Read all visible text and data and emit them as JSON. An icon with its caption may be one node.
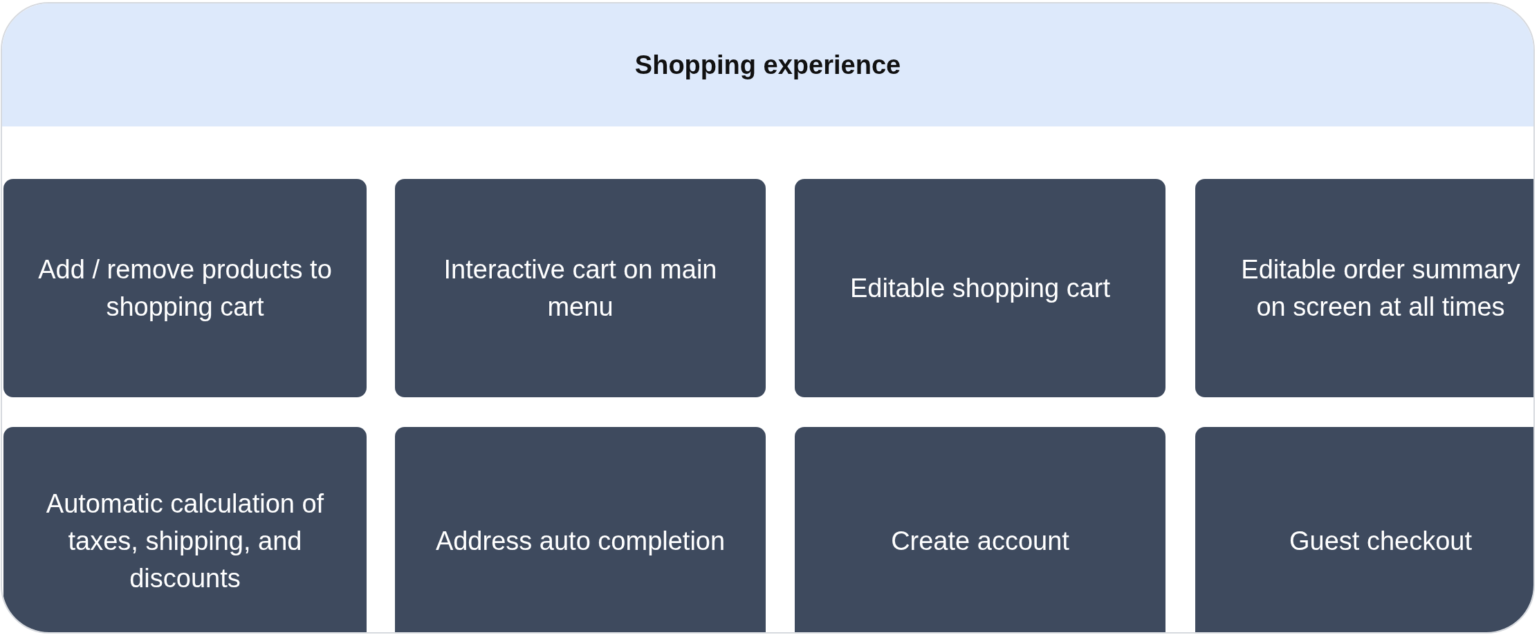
{
  "diagram": {
    "nodes": [
      {
        "text": [
          "Shopping experience"
        ]
      },
      {
        "text": [
          "Add / remove products to shopping cart"
        ],
        "in": 0
      },
      {
        "text": [
          "Interactive cart on main menu"
        ],
        "in": 0
      },
      {
        "text": [
          "Editable shopping cart"
        ],
        "in": 0
      },
      {
        "text": [
          "Editable order summary on screen at all times"
        ],
        "in": 0
      },
      {
        "text": [
          "Automatic calculation of taxes, shipping, and discounts"
        ],
        "in": 0
      },
      {
        "text": [
          "Address auto completion"
        ],
        "in": 0
      },
      {
        "text": [
          "Create account"
        ],
        "in": 0
      },
      {
        "text": [
          "Guest checkout"
        ],
        "in": 0
      }
    ],
    "edges": []
  }
}
